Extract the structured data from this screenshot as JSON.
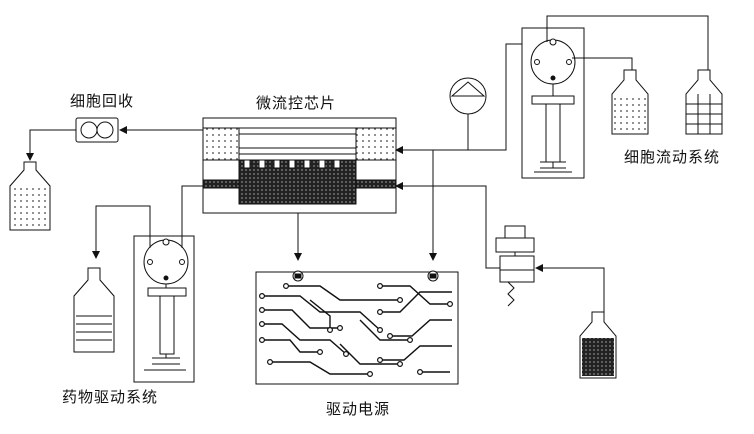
{
  "labels": {
    "cell_recovery": "细胞回收",
    "microfluidic_chip": "微流控芯片",
    "cell_flow_system": "细胞流动系统",
    "drug_drive_system": "药物驱动系统",
    "drive_power": "驱动电源"
  }
}
